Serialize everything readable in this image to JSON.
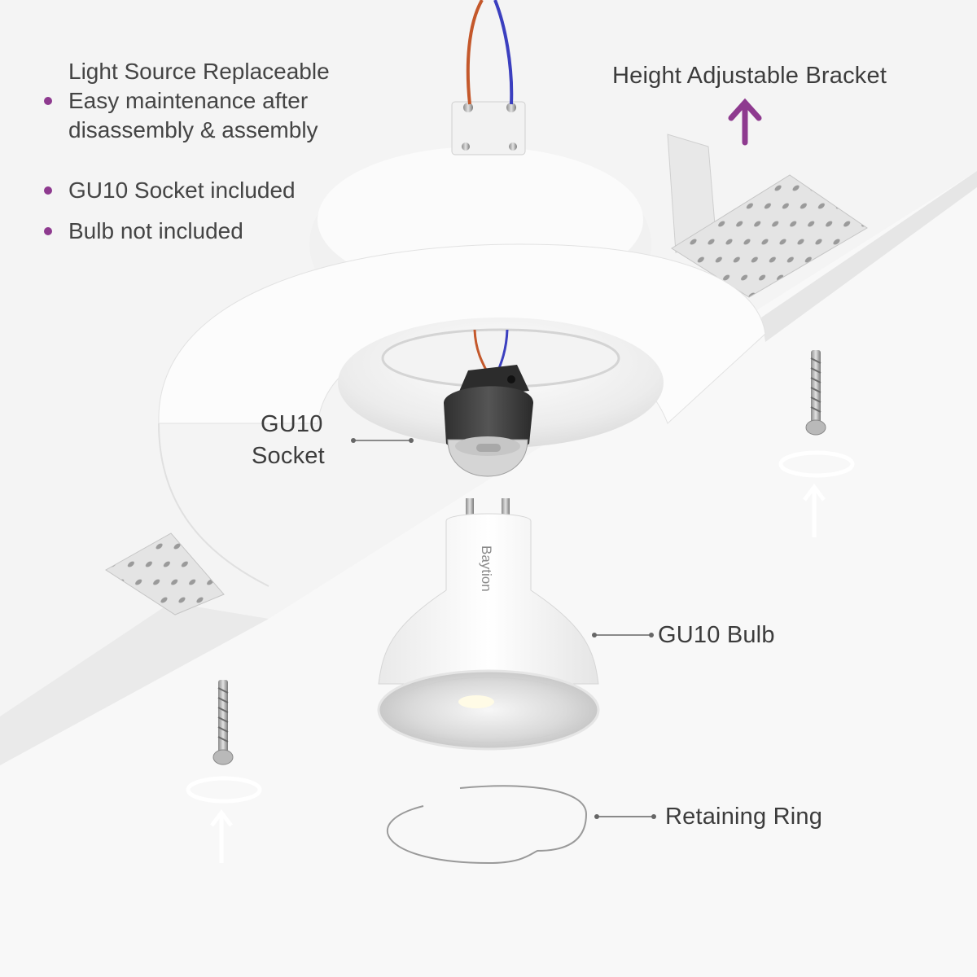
{
  "features": [
    {
      "text": "Light Source Replaceable",
      "bullet": false
    },
    {
      "text": "Easy maintenance after",
      "bullet": true
    },
    {
      "text": "disassembly & assembly",
      "bullet": false
    },
    {
      "text": "GU10 Socket included",
      "bullet": true
    },
    {
      "text": "Bulb not included",
      "bullet": true
    }
  ],
  "labels": {
    "bracket": "Height Adjustable Bracket",
    "socket_line1": "GU10",
    "socket_line2": "Socket",
    "bulb": "GU10 Bulb",
    "ring": "Retaining Ring"
  },
  "brand": "Baytion",
  "colors": {
    "accent": "#8e3a8f",
    "wire_orange": "#c4582b",
    "wire_blue": "#3b3fbf",
    "text": "#3c3c3c"
  }
}
